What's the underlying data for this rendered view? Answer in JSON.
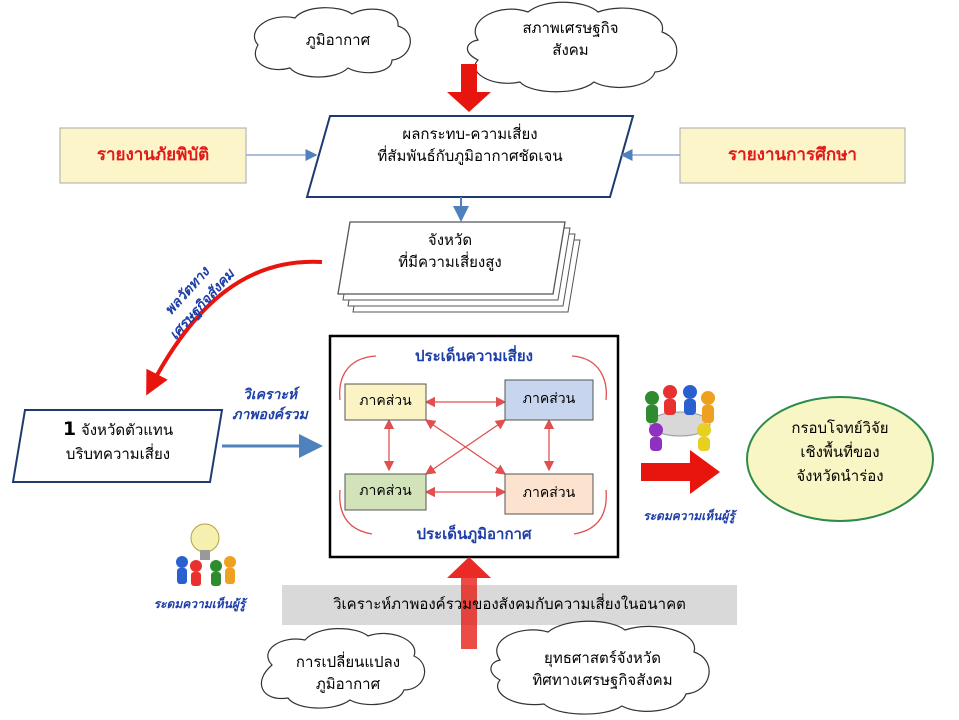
{
  "clouds": {
    "climate": "ภูมิอากาศ",
    "socioeconomic": [
      "สภาพเศรษฐกิจ",
      "สังคม"
    ],
    "climate_change": [
      "การเปลี่ยนแปลง",
      "ภูมิอากาศ"
    ],
    "provincial_strategy": [
      "ยุทธศาสตร์จังหวัด",
      "ทิศทางเศรษฐกิจสังคม"
    ]
  },
  "reports": {
    "disaster": "รายงานภัยพิบัติ",
    "study": "รายงานการศึกษา"
  },
  "impact_box": [
    "ผลกระทบ-ความเสี่ยง",
    "ที่สัมพันธ์กับภูมิอากาศชัดเจน"
  ],
  "high_risk_box": [
    "จังหวัด",
    "ที่มีความเสี่ยงสูง"
  ],
  "dynamics_label": [
    "พลวัตทาง",
    "เศรษฐกิจสังคม"
  ],
  "representative_box": {
    "number": "1",
    "line1": "จังหวัดตัวแทน",
    "line2": "บริบทความเสี่ยง"
  },
  "analyze_label": [
    "วิเคราะห์",
    "ภาพองค์รวม"
  ],
  "center_frame": {
    "risk_issue": "ประเด็นความเสี่ยง",
    "climate_issue": "ประเด็นภูมิอากาศ",
    "sectors": [
      "ภาคส่วน",
      "ภาคส่วน",
      "ภาคส่วน",
      "ภาคส่วน"
    ]
  },
  "brainstorm_right": "ระดมความเห็นผู้รู้",
  "brainstorm_left": "ระดมความเห็นผู้รู้",
  "framework_ellipse": [
    "กรอบโจทย์วิจัย",
    "เชิงพื้นที่ของ",
    "จังหวัดนำร่อง"
  ],
  "future_banner": "วิเคราะห์ภาพองค์รวมของสังคมกับความเสี่ยงในอนาคต",
  "colors": {
    "red_arrow": "#e8140e",
    "report_fill": "#fbf5c9",
    "blue_text": "#1f3fa8",
    "sector_yellow": "#fbf3c4",
    "sector_blue": "#c7d5ee",
    "sector_green": "#d2e2b9",
    "sector_peach": "#fbe3cf",
    "ellipse_fill": "#f8f6c4"
  }
}
